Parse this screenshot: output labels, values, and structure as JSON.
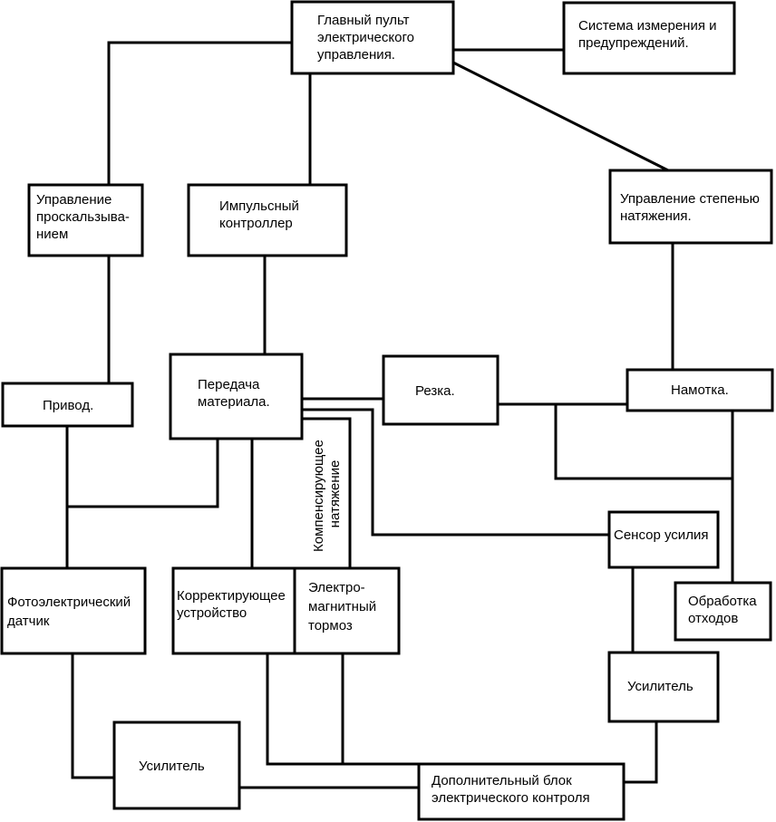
{
  "nodes": {
    "main_console": [
      "Главный пульт",
      "электрического",
      "управления."
    ],
    "measurement_system": [
      "Система измерения и",
      "предупреждений."
    ],
    "slip_control": [
      "Управление",
      "проскальзыва-",
      "нием"
    ],
    "pulse_controller": [
      "Импульсный",
      "контроллер"
    ],
    "tension_control": [
      "Управление степенью",
      "натяжения."
    ],
    "drive": [
      "Привод."
    ],
    "material_feed": [
      "Передача",
      "материала."
    ],
    "cutting": [
      "Резка."
    ],
    "winding": [
      "Намотка."
    ],
    "force_sensor": [
      "Сенсор усилия"
    ],
    "waste_processing": [
      "Обработка",
      "отходов"
    ],
    "photo_sensor": [
      "Фотоэлектрический",
      "датчик"
    ],
    "correcting_device": [
      "Корректирующее",
      "устройство"
    ],
    "em_brake": [
      "Электро-",
      "магнитный",
      "тормоз"
    ],
    "amplifier_left": [
      "Усилитель"
    ],
    "amplifier_right": [
      "Усилитель"
    ],
    "aux_control_block": [
      "Дополнительный блок",
      "электрического контроля"
    ]
  },
  "edge_labels": {
    "compensating_tension": [
      "Компенсирующее",
      "натяжение"
    ]
  }
}
